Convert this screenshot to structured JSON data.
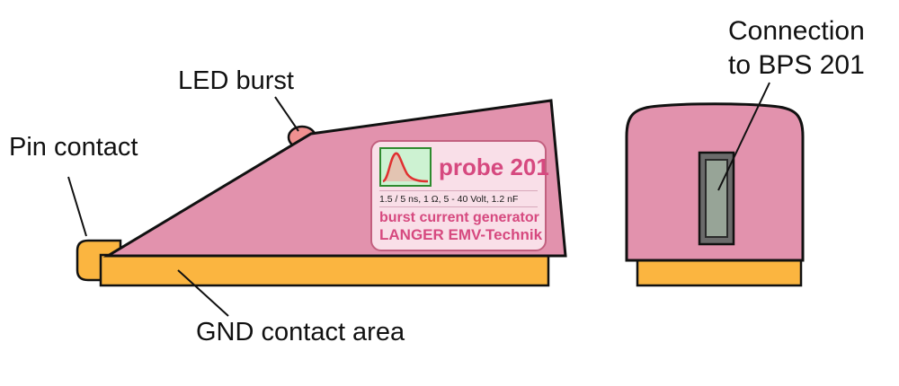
{
  "annotations": {
    "pin_contact": "Pin contact",
    "led_burst": "LED burst",
    "gnd_contact": "GND contact area",
    "connection_line1": "Connection",
    "connection_line2": "to BPS 201"
  },
  "label": {
    "product": "probe 201",
    "specs": "1.5 / 5 ns, 1 Ω, 5 - 40 Volt, 1.2 nF",
    "type": "burst current generator",
    "manufacturer": "LANGER EMV-Technik"
  },
  "colors": {
    "body_pink": "#e292ad",
    "base_orange": "#fbb540",
    "outline": "#111111",
    "label_bg": "#f9dfe8",
    "label_text_pink": "#d6497f",
    "pulse_box_bg": "#cdf2d2",
    "pulse_box_border": "#2e8b2e",
    "pulse_curve_red": "#e03030",
    "led_red": "#f09090",
    "slot_outer_gray": "#6b6b6b",
    "slot_inner_gray": "#97a497"
  }
}
